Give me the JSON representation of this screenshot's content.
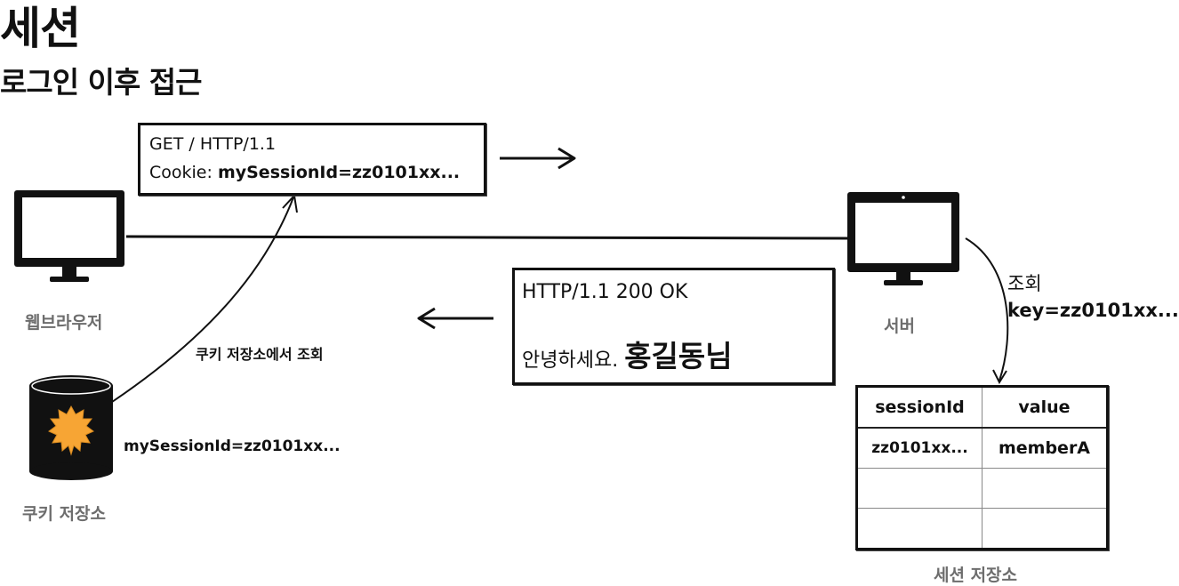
{
  "title": "세션",
  "subtitle": "로그인 이후 접근",
  "request": {
    "line1": "GET / HTTP/1.1",
    "cookie_prefix": "Cookie: ",
    "cookie_value": "mySessionId=zz0101xx..."
  },
  "response": {
    "status_line": "HTTP/1.1 200 OK",
    "greeting_prefix": "안녕하세요. ",
    "greeting_name": "홍길동님"
  },
  "labels": {
    "browser": "웹브라우저",
    "server": "서버",
    "cookie_store": "쿠키 저장소",
    "cookie_lookup": "쿠키 저장소에서 조회",
    "cookie_content": "mySessionId=zz0101xx...",
    "session_store": "세션 저장소",
    "server_lookup_label": "조회",
    "server_lookup_key": "key=zz0101xx..."
  },
  "session_table": {
    "headers": [
      "sessionId",
      "value"
    ],
    "rows": [
      [
        "zz0101xx...",
        "memberA"
      ],
      [
        "",
        ""
      ],
      [
        "",
        ""
      ]
    ]
  },
  "colors": {
    "ink": "#111111",
    "gray_label": "#6d6d6d",
    "cookie_burst": "#f7a534"
  }
}
